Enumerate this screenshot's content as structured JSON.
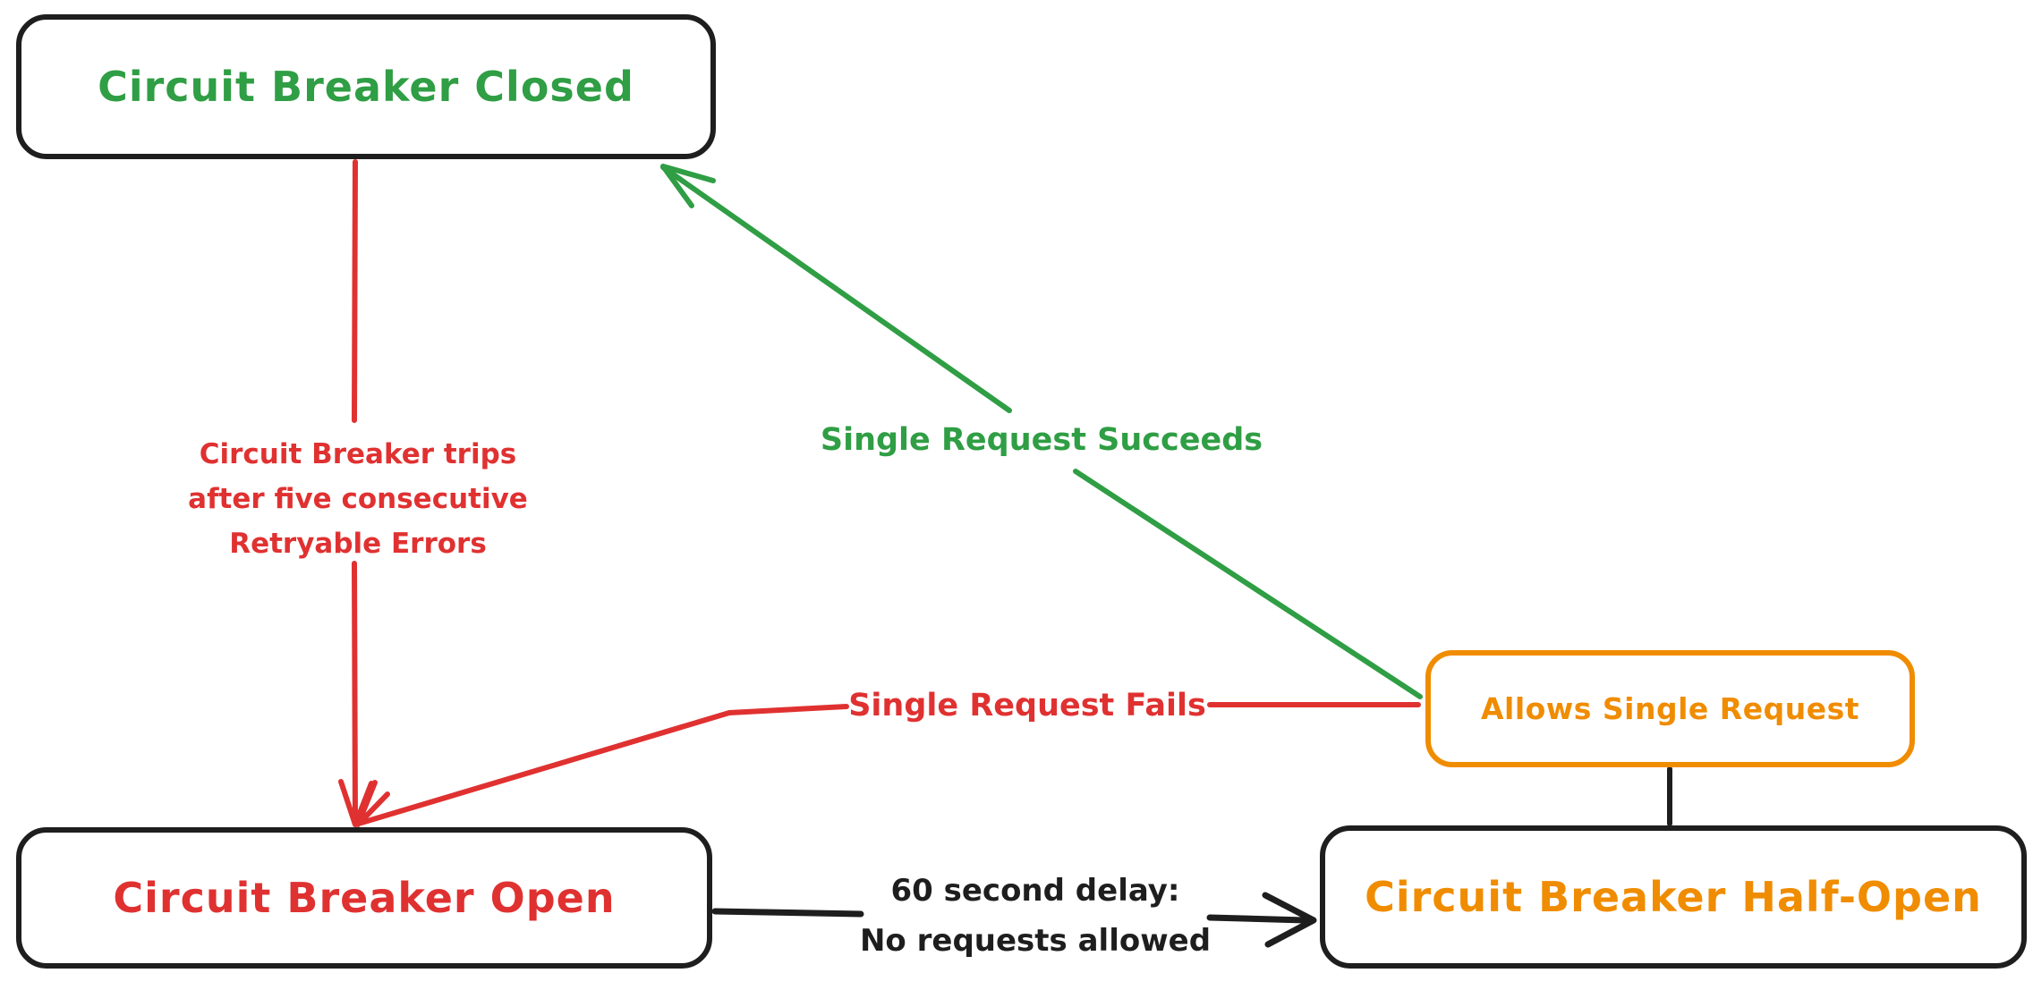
{
  "diagram": {
    "title": "Circuit Breaker state diagram",
    "colors": {
      "green": "#2f9e44",
      "red": "#e03131",
      "orange": "#f08c00",
      "ink": "#1e1e1e",
      "background": "#ffffff"
    },
    "nodes": {
      "closed": {
        "label": "Circuit Breaker Closed",
        "text_color": "#2f9e44",
        "border_color": "#1e1e1e"
      },
      "open": {
        "label": "Circuit Breaker Open",
        "text_color": "#e03131",
        "border_color": "#1e1e1e"
      },
      "half_open": {
        "label": "Circuit Breaker Half-Open",
        "text_color": "#f08c00",
        "border_color": "#1e1e1e"
      },
      "allows": {
        "label": "Allows Single Request",
        "text_color": "#f08c00",
        "border_color": "#f08c00"
      }
    },
    "edges": {
      "trips": {
        "color": "#e03131",
        "from": "closed",
        "to": "open",
        "lines": {
          "0": "Circuit Breaker trips",
          "1": "after five consecutive",
          "2": "Retryable Errors"
        }
      },
      "succeeds": {
        "color": "#2f9e44",
        "from": "allows",
        "to": "closed",
        "label": "Single Request Succeeds"
      },
      "fails": {
        "color": "#e03131",
        "from": "allows",
        "to": "open",
        "label": "Single Request Fails"
      },
      "delay": {
        "color": "#1e1e1e",
        "from": "open",
        "to": "half_open",
        "lines": {
          "0": "60 second delay:",
          "1": "No requests allowed"
        }
      },
      "link": {
        "color": "#1e1e1e",
        "from": "allows",
        "to": "half_open",
        "label": ""
      }
    }
  }
}
